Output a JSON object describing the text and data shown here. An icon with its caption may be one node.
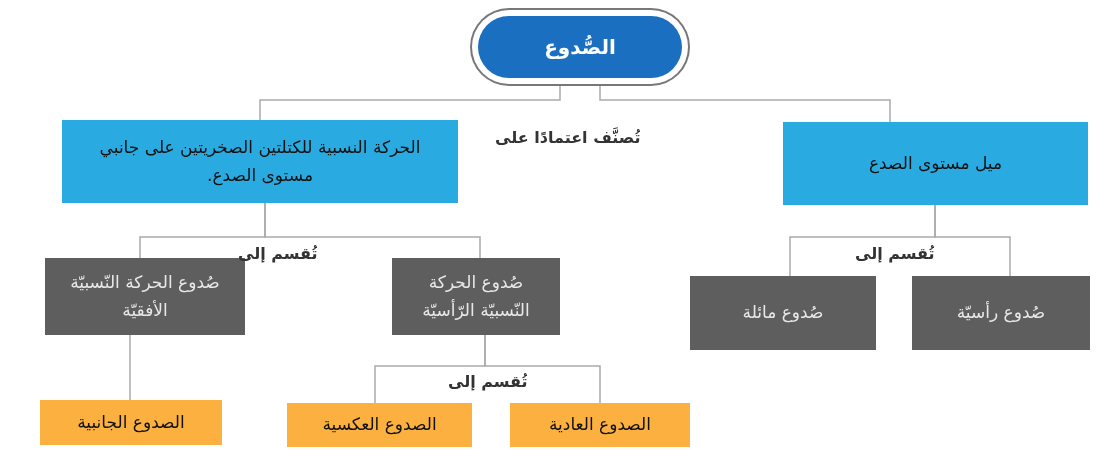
{
  "diagram": {
    "nodes": [
      {
        "text": [
          "الصُّدوع"
        ]
      },
      {
        "text": [
          "ميل مستوى الصدع"
        ]
      },
      {
        "text": [
          "الحركة النسبية للكتلتين الصخريتين على جانبي مستوى الصدع."
        ]
      },
      {
        "text": [
          "صُدوع رأسيّة"
        ]
      },
      {
        "text": [
          "صُدوع مائلة"
        ]
      },
      {
        "text": [
          "صُدوع الحركة النّسبيّة الرّأسيّة"
        ]
      },
      {
        "text": [
          "صُدوع الحركة النّسبيّة الأفقيّة"
        ]
      },
      {
        "text": [
          "الصدوع العادية"
        ]
      },
      {
        "text": [
          "الصدوع العكسية"
        ]
      },
      {
        "text": [
          "الصدوع الجانبية"
        ]
      }
    ],
    "edges": [
      {
        "from": 0,
        "to": 2,
        "arrow": "none"
      },
      {
        "from": 0,
        "to": 1,
        "arrow": "none"
      },
      {
        "from": 1,
        "to": 3,
        "arrow": "none"
      },
      {
        "from": 1,
        "to": 4,
        "arrow": "none"
      },
      {
        "from": 2,
        "to": 5,
        "arrow": "none"
      },
      {
        "from": 2,
        "to": 6,
        "arrow": "none"
      },
      {
        "from": 5,
        "to": 7,
        "arrow": "none"
      },
      {
        "from": 5,
        "to": 8,
        "arrow": "none"
      },
      {
        "from": 6,
        "to": 9,
        "arrow": "none"
      }
    ],
    "labels": [
      "تُصنَّف اعتمادًا على",
      "تُقسم إلى",
      "تُقسم إلى",
      "تُقسم إلى"
    ]
  }
}
